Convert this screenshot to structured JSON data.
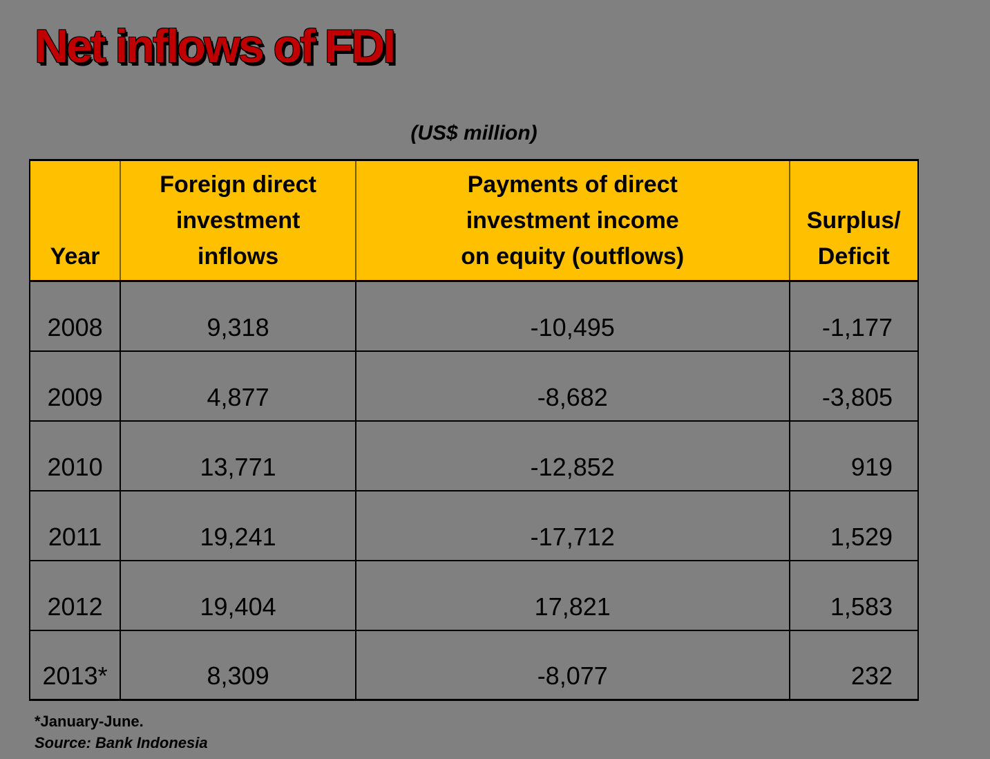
{
  "title": "Net inflows of FDI",
  "subtitle": "(US$ million)",
  "colors": {
    "background": "#808080",
    "header_bg": "#FFC000",
    "title_red": "#C00000",
    "gridline": "#000000"
  },
  "table": {
    "headers": [
      "Year",
      "Foreign direct\ninvestment\ninflows",
      "Payments of direct\ninvestment income\non equity (outflows)",
      "Surplus/\nDeficit"
    ],
    "rows": [
      {
        "year": "2008",
        "inflows": "9,318",
        "outflows": "-10,495",
        "surplus": "-1,177"
      },
      {
        "year": "2009",
        "inflows": "4,877",
        "outflows": "-8,682",
        "surplus": "-3,805"
      },
      {
        "year": "2010",
        "inflows": "13,771",
        "outflows": "-12,852",
        "surplus": "919"
      },
      {
        "year": "2011",
        "inflows": "19,241",
        "outflows": "-17,712",
        "surplus": "1,529"
      },
      {
        "year": "2012",
        "inflows": "19,404",
        "outflows": "17,821",
        "surplus": "1,583"
      },
      {
        "year": "2013*",
        "inflows": "8,309",
        "outflows": "-8,077",
        "surplus": "232"
      }
    ]
  },
  "footnotes": [
    "*January-June.",
    "Source: Bank Indonesia"
  ],
  "chart_data": {
    "type": "table",
    "title": "Net inflows of FDI",
    "units": "US$ million",
    "columns": [
      "Year",
      "Foreign direct investment inflows",
      "Payments of direct investment income on equity (outflows)",
      "Surplus/Deficit"
    ],
    "years": [
      2008,
      2009,
      2010,
      2011,
      2012,
      2013
    ],
    "series": [
      {
        "name": "Foreign direct investment inflows",
        "values": [
          9318,
          4877,
          13771,
          19241,
          19404,
          8309
        ]
      },
      {
        "name": "Payments of direct investment income on equity (outflows)",
        "values": [
          -10495,
          -8682,
          -12852,
          -17712,
          17821,
          -8077
        ]
      },
      {
        "name": "Surplus/Deficit",
        "values": [
          -1177,
          -3805,
          919,
          1529,
          1583,
          232
        ]
      }
    ],
    "notes": [
      "2013 covers January-June only",
      "Source: Bank Indonesia"
    ]
  }
}
